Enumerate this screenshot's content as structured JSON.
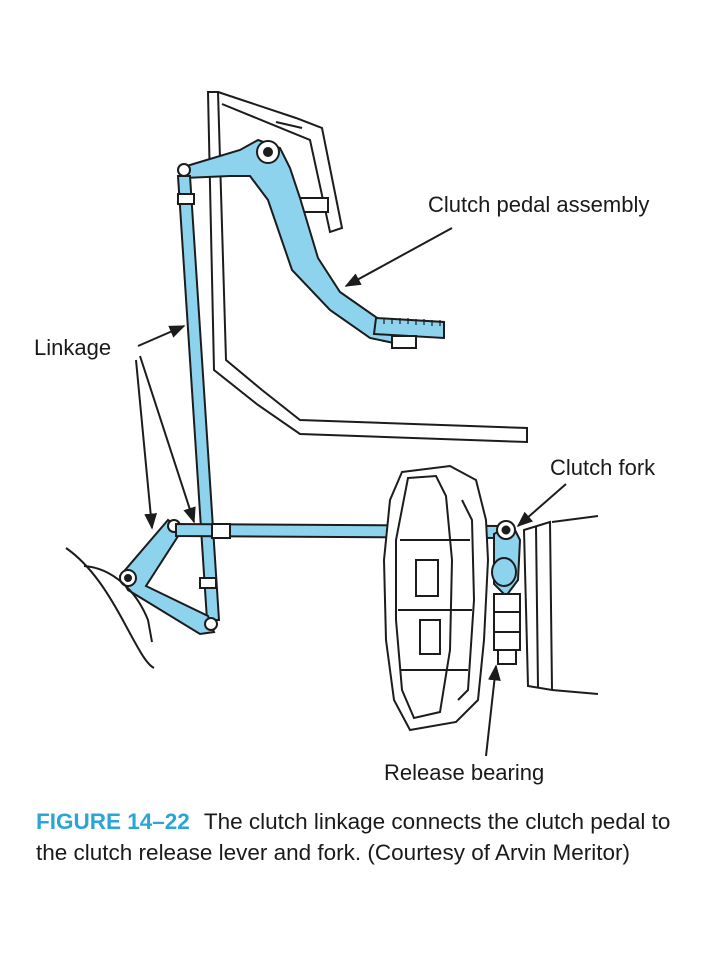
{
  "labels": {
    "clutch_pedal_assembly": "Clutch pedal assembly",
    "linkage": "Linkage",
    "clutch_fork": "Clutch fork",
    "release_bearing": "Release bearing"
  },
  "caption": {
    "figure_number": "FIGURE 14–22",
    "text": "The clutch linkage connects the clutch pedal to the clutch release lever and fork. (Courtesy of Arvin Meritor)"
  },
  "colors": {
    "linkage_fill": "#8ed3ee",
    "outline": "#1c1c1c",
    "caption_accent": "#2aa6d6"
  }
}
